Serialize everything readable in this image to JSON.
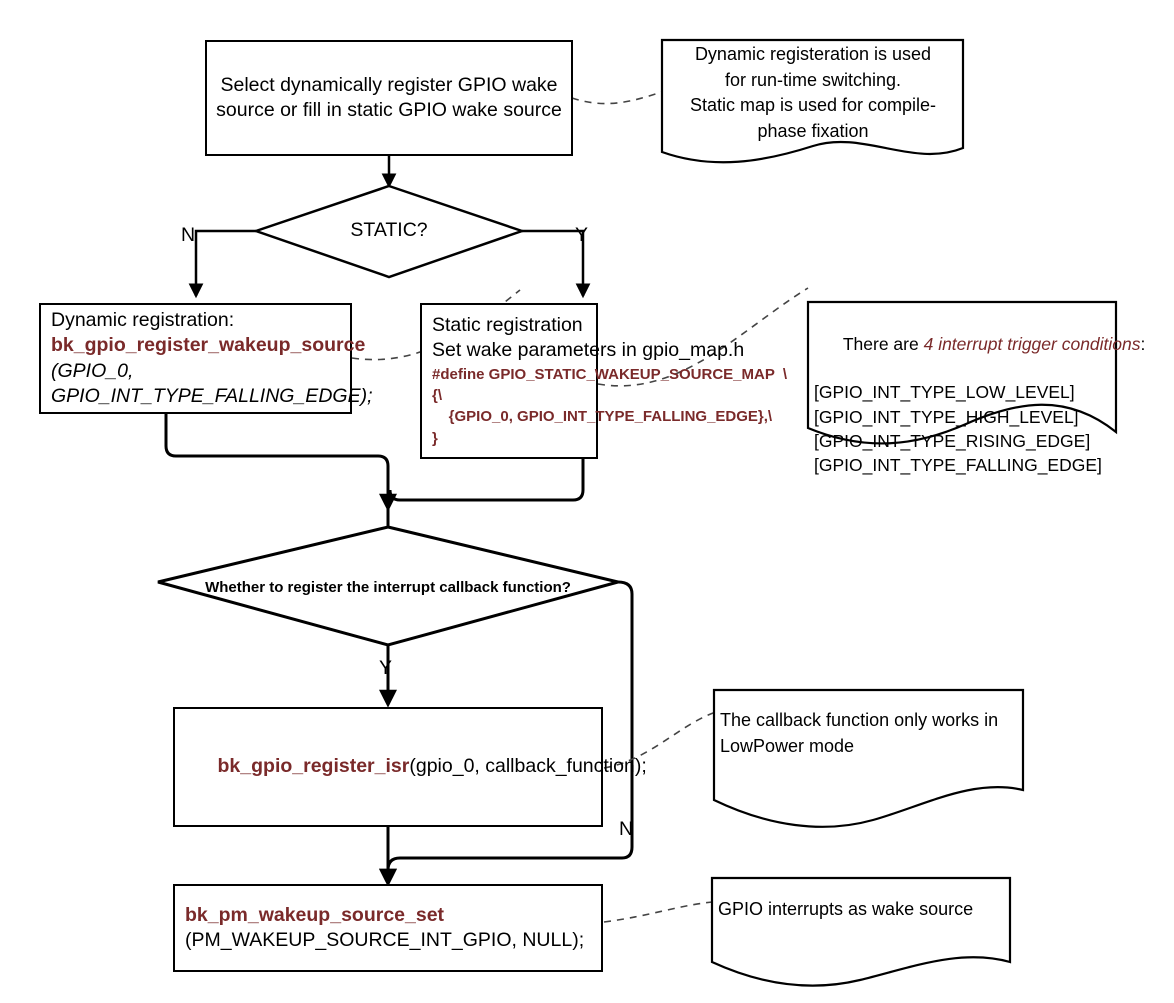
{
  "diagram": {
    "title": "GPIO wake source registration flow",
    "accent_color": "#7a2a2a",
    "line_color": "#000000",
    "background": "#ffffff"
  },
  "nodes": {
    "start": {
      "name": "select-wake-source-box",
      "lines": [
        "Select dynamically register GPIO wake",
        "source or fill in static GPIO wake source"
      ]
    },
    "decision_static": {
      "name": "static-decision",
      "label": "STATIC?",
      "branch_no": "N",
      "branch_yes": "Y"
    },
    "dynamic": {
      "name": "dynamic-registration-box",
      "line1": "Dynamic registration:",
      "line2": "bk_gpio_register_wakeup_source",
      "line3": "(GPIO_0,",
      "line4": "GPIO_INT_TYPE_FALLING_EDGE);"
    },
    "static": {
      "name": "static-registration-box",
      "line1": "Static registration",
      "line2": "Set wake parameters in gpio_map.h",
      "line3": "#define GPIO_STATIC_WAKEUP_SOURCE_MAP  \\",
      "line4": "{\\",
      "line5": "    {GPIO_0, GPIO_INT_TYPE_FALLING_EDGE},\\",
      "line6": "}"
    },
    "decision_callback": {
      "name": "callback-decision",
      "label": "Whether to register the interrupt callback function?",
      "branch_yes": "Y",
      "branch_no": "N"
    },
    "register_isr": {
      "name": "register-isr-box",
      "code": "bk_gpio_register_isr",
      "args": "(gpio_0, callback_function);"
    },
    "wakeup_source_set": {
      "name": "wakeup-source-set-box",
      "code": "bk_pm_wakeup_source_set",
      "args": "(PM_WAKEUP_SOURCE_INT_GPIO, NULL);"
    }
  },
  "notes": {
    "dynamic_static_note": {
      "name": "dynamic-static-note",
      "lines": [
        "Dynamic registeration is used",
        "for run-time switching.",
        "Static map is used for compile-",
        "phase fixation"
      ]
    },
    "trigger_conditions_note": {
      "name": "trigger-conditions-note",
      "heading_prefix": "There are ",
      "heading_emphasis": "4 interrupt trigger conditions",
      "heading_suffix": ":",
      "items": [
        "[GPIO_INT_TYPE_LOW_LEVEL]",
        "[GPIO_INT_TYPE_HIGH_LEVEL]",
        "[GPIO_INT_TYPE_RISING_EDGE]",
        "[GPIO_INT_TYPE_FALLING_EDGE]"
      ]
    },
    "callback_note": {
      "name": "callback-lowpower-note",
      "lines": [
        "The callback function only works in",
        "LowPower mode"
      ]
    },
    "wake_source_note": {
      "name": "gpio-wake-source-note",
      "lines": [
        "GPIO interrupts as wake source"
      ]
    }
  }
}
